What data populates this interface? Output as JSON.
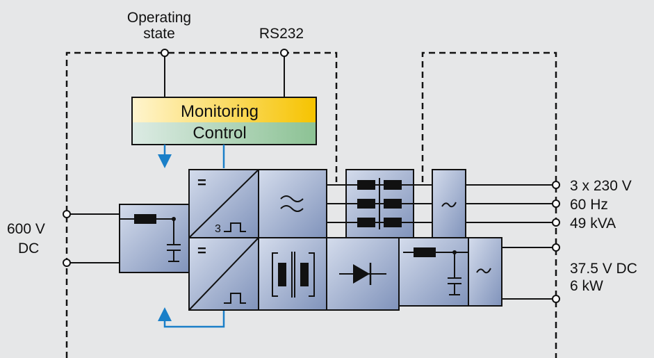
{
  "labels": {
    "operating_state_line1": "Operating",
    "operating_state_line2": "state",
    "rs232": "RS232",
    "monitoring": "Monitoring",
    "control": "Control",
    "input_voltage": "600 V",
    "input_type": "DC",
    "ac_voltage": "3 x 230 V",
    "ac_frequency": "60 Hz",
    "ac_power": "49 kVA",
    "dc_voltage": "37.5 V DC",
    "dc_power": "6 kW",
    "converter_top_num": "3",
    "equals_symbol": "="
  },
  "colors": {
    "background": "#e6e7e8",
    "block_fill_light": "#c9d3e6",
    "block_fill_dark": "#8a9cc0",
    "block_stroke": "#1a1a1a",
    "monitoring_left": "#fff3c4",
    "monitoring_right": "#f5c400",
    "control_left": "#d7e8e0",
    "control_right": "#8fc49a",
    "arrow_blue": "#1a7fc8"
  }
}
